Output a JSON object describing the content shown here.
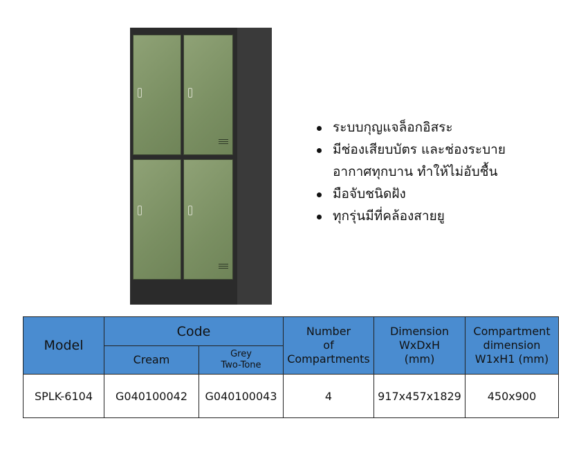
{
  "product_image": {
    "color": "#7a8f62"
  },
  "features": [
    "ระบบกุญแจล็อกอิสระ",
    "มีช่องเสียบบัตร และช่องระบาย",
    "อากาศทุกบาน ทำให้ไม่อับชื้น",
    "มือจับชนิดฝัง",
    "ทุกรุ่นมีที่คล้องสายยู"
  ],
  "table": {
    "headers": {
      "model": "Model",
      "code": "Code",
      "cream": "Cream",
      "grey_l1": "Grey",
      "grey_l2": "Two-Tone",
      "num_l1": "Number",
      "num_l2": "of",
      "num_l3": "Compartments",
      "dim_l1": "Dimension",
      "dim_l2": "WxDxH",
      "dim_l3": "(mm)",
      "comp_l1": "Compartment",
      "comp_l2": "dimension",
      "comp_l3": "W1xH1 (mm)"
    },
    "rows": [
      {
        "model": "SPLK-6104",
        "cream": "G040100042",
        "grey": "G040100043",
        "compartments": "4",
        "dimension": "917x457x1829",
        "compartment_dimension": "450x900"
      }
    ]
  },
  "colors": {
    "header_bg": "#4a8cd0"
  }
}
